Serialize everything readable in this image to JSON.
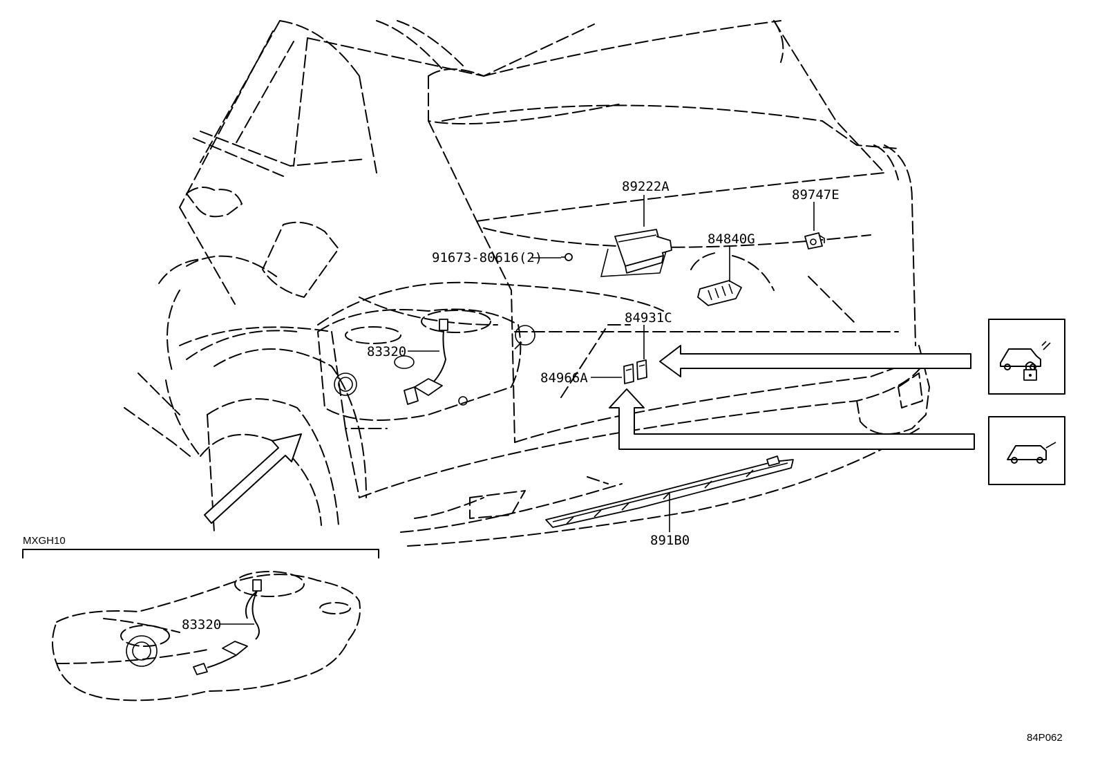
{
  "callouts": {
    "c89222A": "89222A",
    "c89747E": "89747E",
    "c84840G": "84840G",
    "c91673": "91673-80616(2)",
    "c84931C": "84931C",
    "c83320_main": "83320",
    "c84966A": "84966A",
    "c891B0": "891B0",
    "c83320_inset": "83320"
  },
  "inset": {
    "label": "MXGH10"
  },
  "diagram_code": "84P062",
  "icons": [
    {
      "name": "vehicle-smart-lock-icon"
    },
    {
      "name": "vehicle-back-door-icon"
    }
  ]
}
